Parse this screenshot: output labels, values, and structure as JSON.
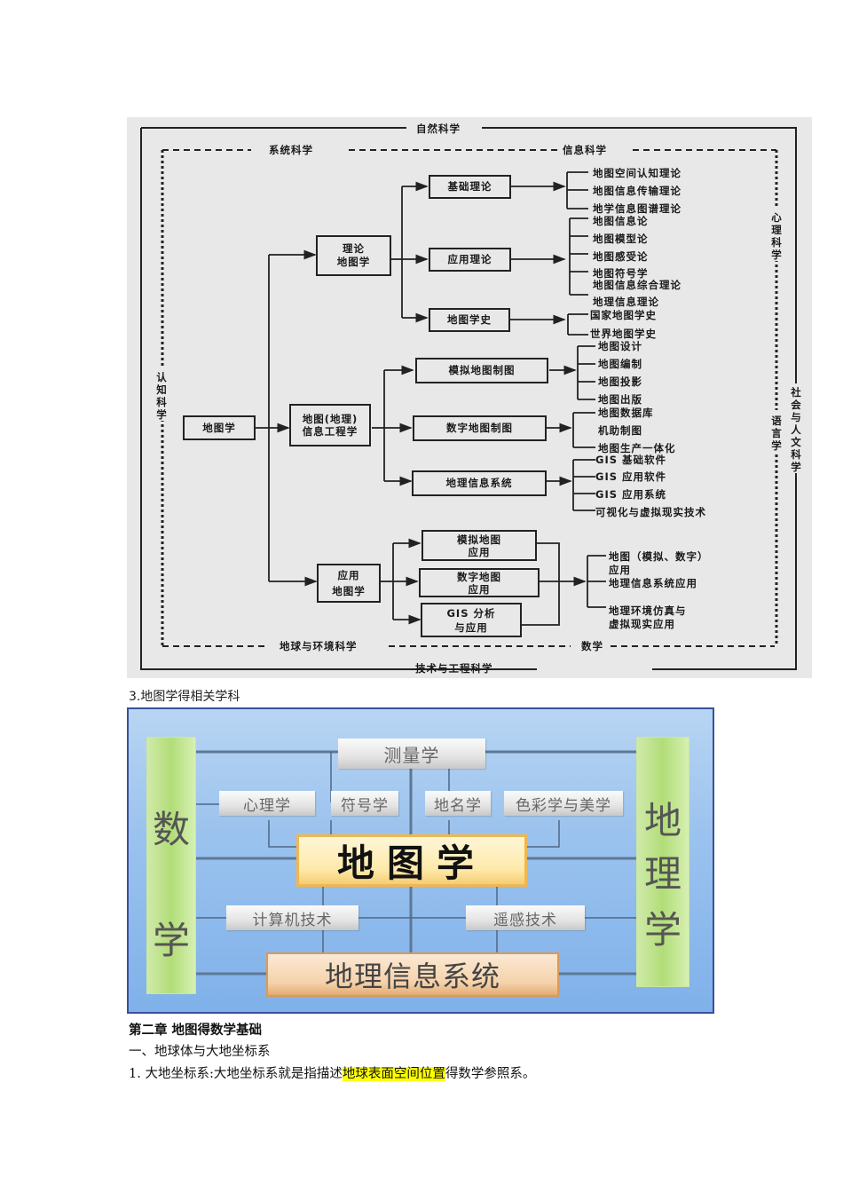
{
  "figure1": {
    "outer_frame": {
      "top": "自然科学",
      "bottom": "技术与工程科学",
      "left": "认知科学",
      "right": "社会与人文科学"
    },
    "inner_frame": {
      "top_left": "系统科学",
      "top_right": "信息科学",
      "bottom_left": "地球与环境科学",
      "bottom_right": "数学",
      "right_top": "心理科学",
      "right_bottom": "语言学"
    },
    "root": "地图学",
    "branches": [
      {
        "label": "理论\n地图学",
        "line1": "理论",
        "line2": "地图学",
        "children": [
          {
            "label": "基础理论",
            "items": [
              "地图空间认知理论",
              "地图信息传输理论",
              "地学信息图谱理论"
            ]
          },
          {
            "label": "应用理论",
            "items": [
              "地图信息论",
              "地图模型论",
              "地图感受论",
              "地图符号学",
              "地图信息综合理论",
              "地理信息理论"
            ]
          },
          {
            "label": "地图学史",
            "items": [
              "国家地图学史",
              "世界地图学史"
            ]
          }
        ]
      },
      {
        "line1": "地图(地理)",
        "line2": "信息工程学",
        "children": [
          {
            "label": "模拟地图制图",
            "items": [
              "地图设计",
              "地图编制",
              "地图投影",
              "地图出版"
            ]
          },
          {
            "label": "数字地图制图",
            "items": [
              "地图数据库",
              "机助制图",
              "地图生产一体化"
            ]
          },
          {
            "label": "地理信息系统",
            "items": [
              "GIS 基础软件",
              "GIS 应用软件",
              "GIS 应用系统",
              "可视化与虚拟现实技术"
            ]
          }
        ]
      },
      {
        "line1": "应用",
        "line2": "地图学",
        "children": [
          {
            "line1": "模拟地图",
            "line2": "应用"
          },
          {
            "line1": "数字地图",
            "line2": "应用"
          },
          {
            "line1": "GIS 分析",
            "line2": "与应用"
          }
        ],
        "items": [
          "地图（模拟、数字）",
          "应用",
          "地理信息系统应用",
          "地理环境仿真与",
          "虚拟现实应用"
        ]
      }
    ]
  },
  "caption1": "3.地图学得相关学科",
  "figure2": {
    "left_bar": [
      "数",
      "学"
    ],
    "right_bar": [
      "地",
      "理",
      "学"
    ],
    "top_box": "测量学",
    "row2": [
      "心理学",
      "符号学",
      "地名学",
      "色彩学与美学"
    ],
    "center": "地图学",
    "row4": [
      "计算机技术",
      "遥感技术"
    ],
    "bottom": "地理信息系统",
    "colors": {
      "background": "#9cc3ee",
      "green_bar": "#b2dd78",
      "center_border": "#f0b74e",
      "gis_border": "#d99a5a"
    }
  },
  "doc": {
    "chapter_title": "第二章  地图得数学基础",
    "section": "一、地球体与大地坐标系",
    "para_prefix": "1. 大地坐标系:大地坐标系就是指描述",
    "para_highlight": "地球表面空间位置",
    "para_suffix": "得数学参照系。",
    "highlight_color": "#ffff00"
  }
}
